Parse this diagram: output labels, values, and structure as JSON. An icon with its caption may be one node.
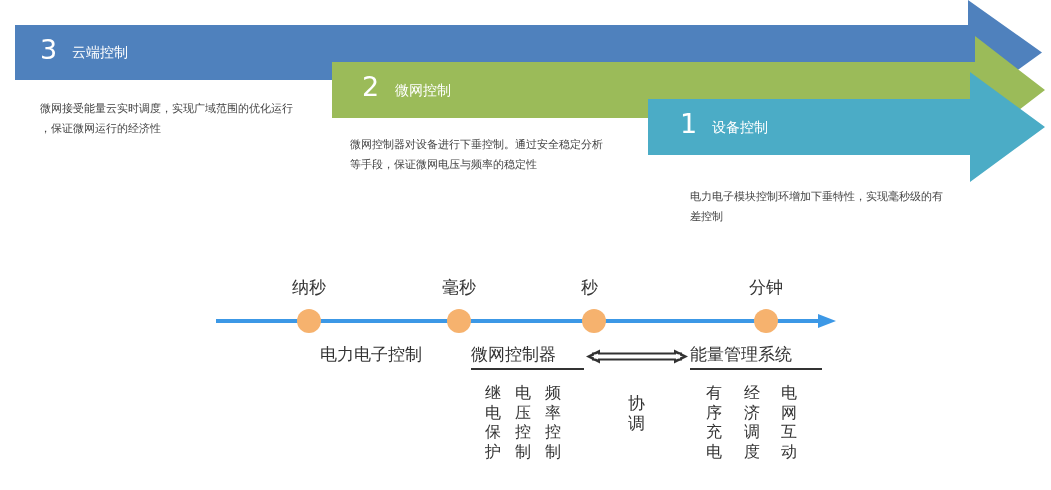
{
  "diagram": {
    "nodes": [
      {
        "text": [
          "3",
          "云端控制"
        ],
        "beside": [
          "微网接受能量云实时调度，实现广域范围的优化运行，保证微网运行的经济性"
        ]
      },
      {
        "text": [
          "2",
          "微网控制"
        ],
        "beside": [
          "微网控制器对设备进行下垂控制。通过安全稳定分析等手段，保证微网电压与频率的稳定性"
        ]
      },
      {
        "text": [
          "1",
          "设备控制"
        ],
        "beside": [
          "电力电子模块控制环增加下垂特性，实现毫秒级的有差控制"
        ]
      },
      {
        "text": [
          "微网控制器"
        ],
        "beside": [
          "继电保护",
          "电压控制",
          "频率控制"
        ]
      },
      {
        "text": [
          "能量管理系统"
        ],
        "beside": [
          "有序充电",
          "经济调度",
          "电网互动"
        ]
      }
    ],
    "edges": [
      {
        "from": 3,
        "to": 4,
        "arrow": "both",
        "label": "协调"
      }
    ],
    "labels": [
      "纳秒",
      "毫秒",
      "秒",
      "分钟",
      "电力电子控制"
    ]
  }
}
